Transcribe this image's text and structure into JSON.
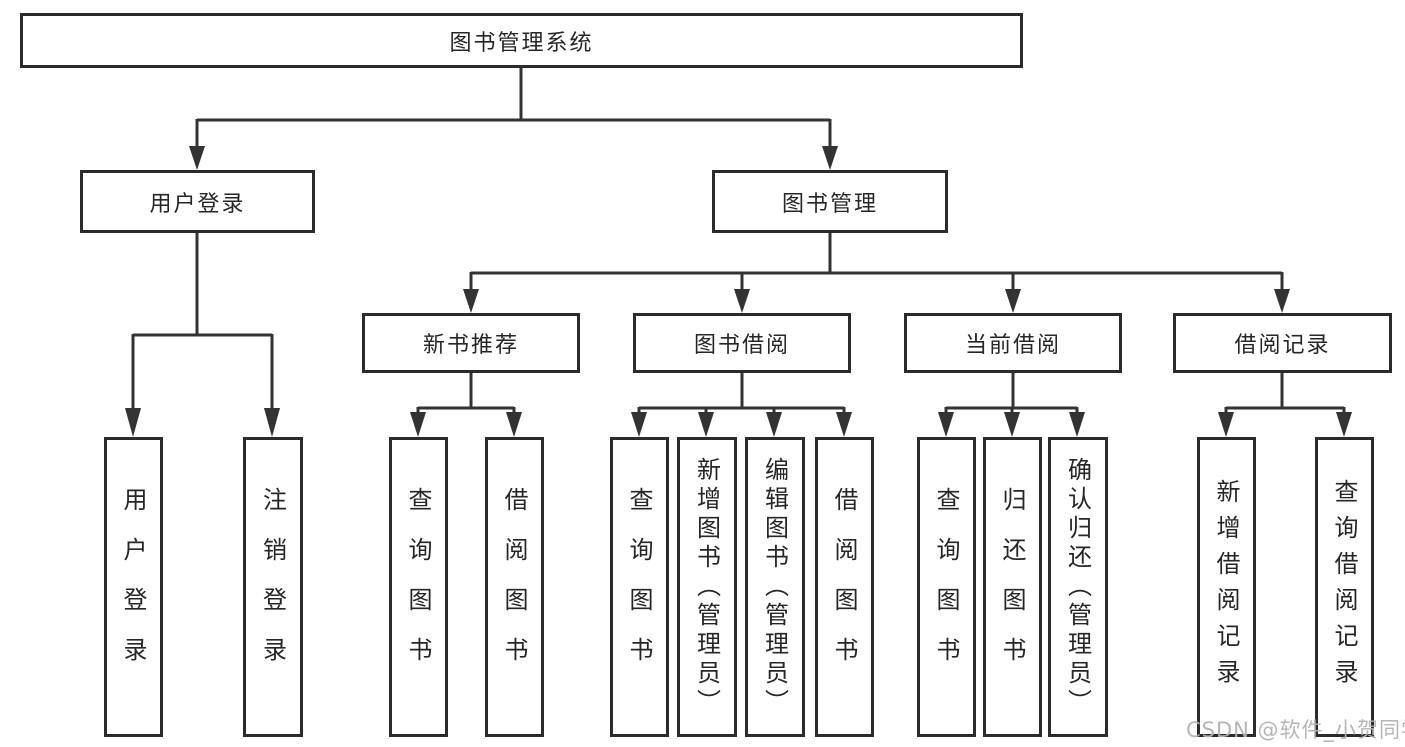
{
  "root": {
    "label": "图书管理系统"
  },
  "branches": {
    "user_login": {
      "label": "用户登录",
      "children": [
        {
          "label": "用户登录"
        },
        {
          "label": "注销登录"
        }
      ]
    },
    "book_mgmt": {
      "label": "图书管理",
      "sections": {
        "new_books": {
          "label": "新书推荐",
          "children": [
            {
              "label": "查询图书"
            },
            {
              "label": "借阅图书"
            }
          ]
        },
        "book_borrow": {
          "label": "图书借阅",
          "children": [
            {
              "label": "查询图书"
            },
            {
              "label": "新增图书（管理员）"
            },
            {
              "label": "编辑图书（管理员）"
            },
            {
              "label": "借阅图书"
            }
          ]
        },
        "current_borrow": {
          "label": "当前借阅",
          "children": [
            {
              "label": "查询图书"
            },
            {
              "label": "归还图书"
            },
            {
              "label": "确认归还（管理员）"
            }
          ]
        },
        "borrow_records": {
          "label": "借阅记录",
          "children": [
            {
              "label": "新增借阅记录"
            },
            {
              "label": "查询借阅记录"
            }
          ]
        }
      }
    }
  },
  "watermark": {
    "text": "CSDN @软件_小贺同学"
  },
  "colors": {
    "background": "#ffffff",
    "line": "#333333",
    "node_border": "#2b2b2b",
    "node_text": "#262626",
    "watermark_text": "#b2b2b2"
  }
}
